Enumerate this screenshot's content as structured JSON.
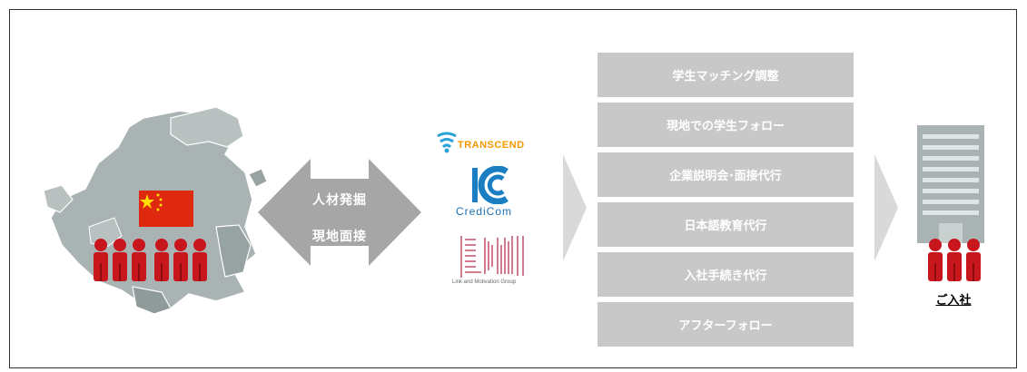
{
  "flow_arrow": {
    "line1": "人材発掘",
    "line2": "現地面接"
  },
  "partners": {
    "transcend": "TRANSCEND",
    "credicom": "CrediCom",
    "lm_tagline": "Link and Motivation Group"
  },
  "steps": [
    {
      "label": "学生マッチング調整"
    },
    {
      "label": "現地での学生フォロー"
    },
    {
      "label": "企業説明会･面接代行"
    },
    {
      "label": "日本語教育代行"
    },
    {
      "label": "入社手続き代行"
    },
    {
      "label": "アフターフォロー"
    }
  ],
  "result": {
    "label": "ご入社"
  },
  "colors": {
    "people": "#c8161d",
    "flag": "#de2910",
    "star": "#ffde00",
    "gray_box": "#c8c8c8",
    "map": "#a9b3b3"
  }
}
